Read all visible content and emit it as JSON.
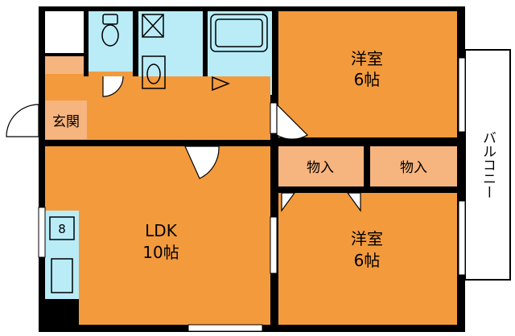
{
  "colors": {
    "wall": "#000000",
    "room": "#f39a3d",
    "closet": "#f6b47e",
    "water": "#b9ecf7",
    "genkan": "#f6b47e",
    "balcony": "#ffffff",
    "window": "#ffffff"
  },
  "rooms": {
    "bedroom_top": {
      "name": "洋室",
      "size": "6帖"
    },
    "bedroom_bottom": {
      "name": "洋室",
      "size": "6帖"
    },
    "ldk": {
      "name": "LDK",
      "size": "10帖"
    },
    "closet_left": {
      "name": "物入"
    },
    "closet_right": {
      "name": "物入"
    },
    "genkan": {
      "name": "玄関"
    },
    "balcony": {
      "name": "バルコニー"
    },
    "kitchen_mark": {
      "name": "8"
    }
  }
}
